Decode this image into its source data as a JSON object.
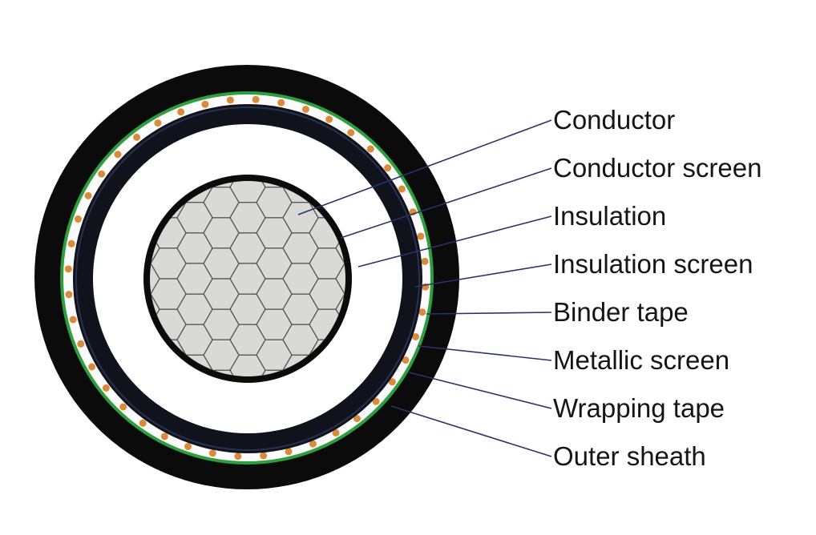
{
  "diagram": {
    "labels": [
      {
        "text": "Conductor"
      },
      {
        "text": "Conductor screen"
      },
      {
        "text": "Insulation"
      },
      {
        "text": "Insulation screen"
      },
      {
        "text": "Binder tape"
      },
      {
        "text": "Metallic screen"
      },
      {
        "text": "Wrapping tape"
      },
      {
        "text": "Outer sheath"
      }
    ],
    "colors": {
      "sheath": "#0b0b0b",
      "green_tape": "#2e9e3e",
      "copper": "#d98a3a",
      "conductor": "#d9d9d6",
      "leader": "#27336a"
    }
  }
}
